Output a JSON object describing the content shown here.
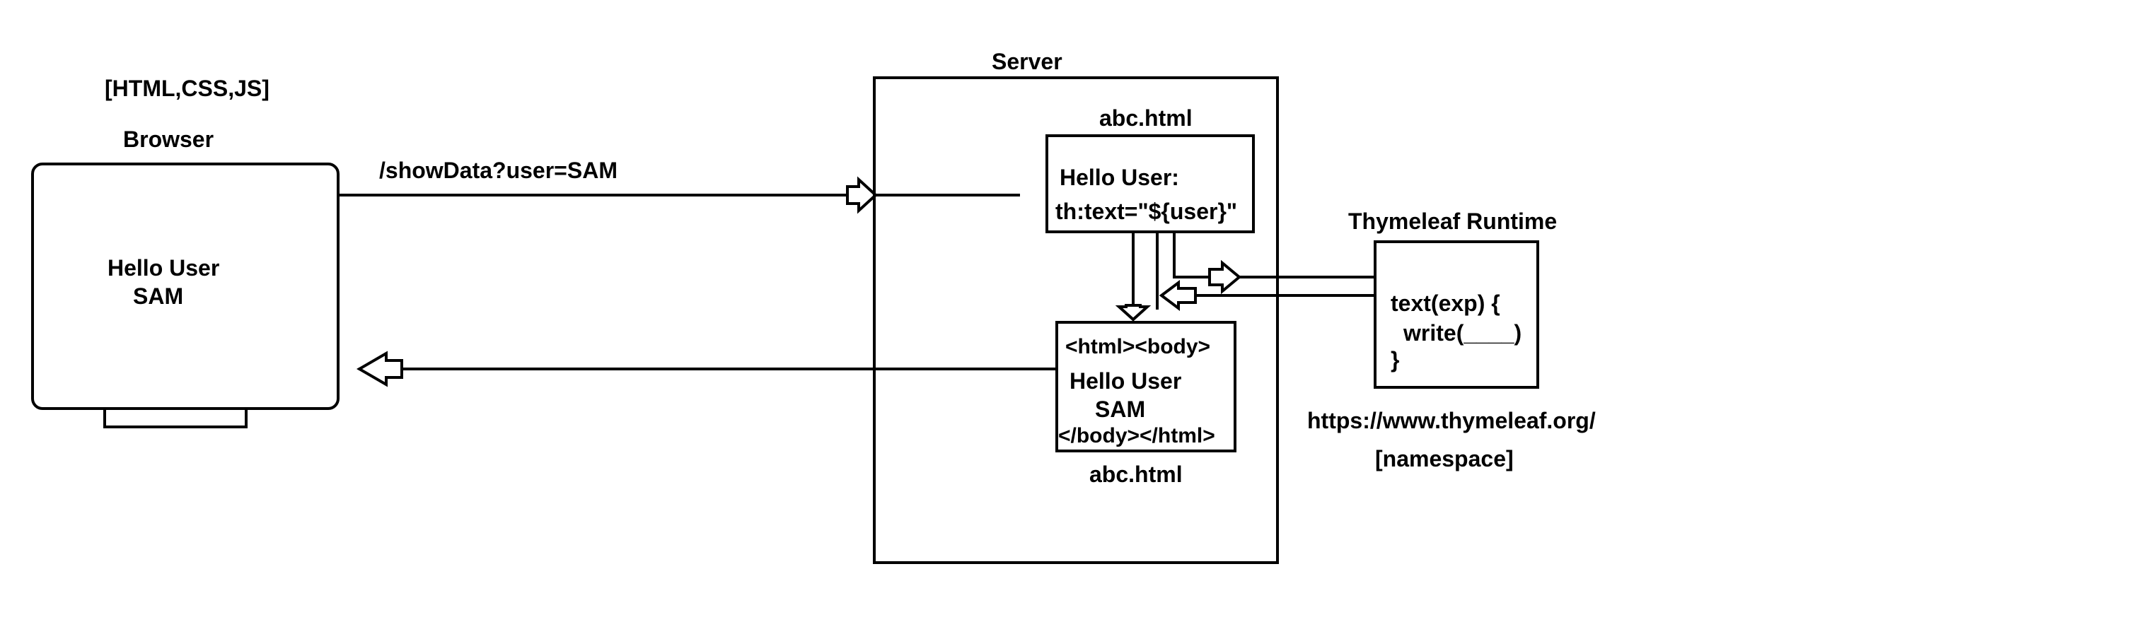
{
  "browser": {
    "tech_label": "[HTML,CSS,JS]",
    "title": "Browser",
    "screen_line1": "Hello User",
    "screen_line2": "SAM"
  },
  "request": {
    "url_label": "/showData?user=SAM"
  },
  "server": {
    "title": "Server",
    "template": {
      "filename": "abc.html",
      "line1": "Hello  User:",
      "line2": "th:text=\"${user}\""
    },
    "output": {
      "line1": "<html><body>",
      "line2": "Hello User",
      "line3": "SAM",
      "line4": "</body></html>",
      "filename": "abc.html"
    }
  },
  "runtime": {
    "title": "Thymeleaf Runtime",
    "code_line1": "text(exp) {",
    "code_line2": "write(____)",
    "code_line3": "}",
    "url": "https://www.thymeleaf.org/",
    "namespace_label": "[namespace]"
  }
}
